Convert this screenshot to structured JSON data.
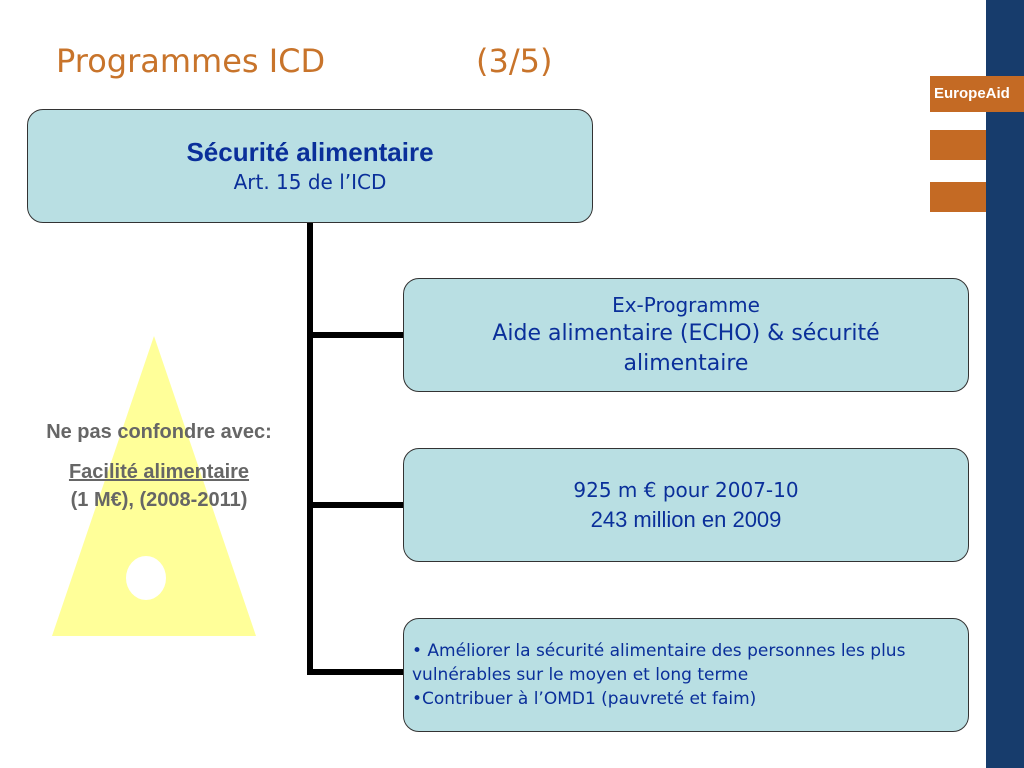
{
  "slide": {
    "title": "Programmes ICD",
    "part": "(3/5)",
    "brand": "EuropeAid"
  },
  "diagram": {
    "main": {
      "title": "Sécurité alimentaire",
      "subtitle": "Art. 15 de l’ICD"
    },
    "ex_programme": {
      "label": "Ex-Programme",
      "name": "Aide alimentaire (ECHO) & sécurité alimentaire"
    },
    "budget": {
      "line1": "925 m € pour 2007-10",
      "line2": "243 million en 2009"
    },
    "objectives": [
      "• Améliorer la sécurité alimentaire des personnes les plus vulnérables sur le moyen et long terme",
      "•Contribuer à l’OMD1 (pauvreté et faim)"
    ]
  },
  "warning_note": {
    "line1": "Ne pas confondre avec:",
    "link": "Facilité alimentaire",
    "detail": "(1 M€), (2008-2011)"
  },
  "colors": {
    "title": "#c8742b",
    "box_fill": "#b9dfe3",
    "box_text": "#0a2f9a",
    "sidebar": "#173c6c",
    "accent": "#c46a24",
    "warning": "#ffff99",
    "note_text": "#666666"
  }
}
